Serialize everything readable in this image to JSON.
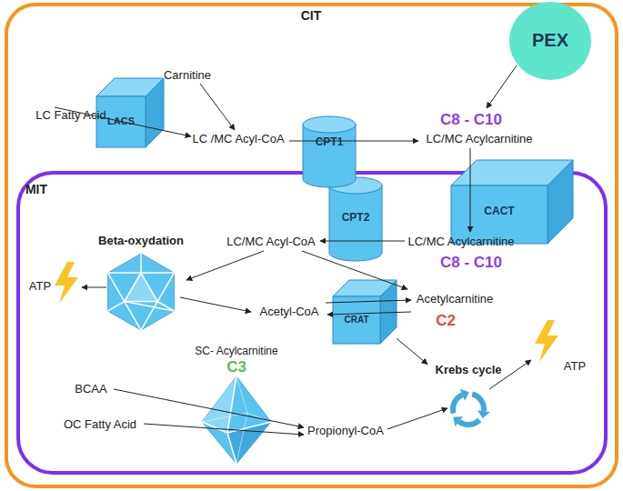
{
  "diagram": {
    "nodes": [
      {
        "text": [
          "CIT"
        ]
      },
      {
        "text": [
          "MIT"
        ],
        "in": 0
      },
      {
        "text": [
          "PEX"
        ],
        "in": 0
      },
      {
        "text": [
          "LACS"
        ],
        "in": 0
      },
      {
        "text": [
          "CPT1"
        ],
        "in": 0
      },
      {
        "text": [
          "CACT"
        ],
        "in": 0
      },
      {
        "text": [
          "CPT2"
        ],
        "in": 1
      },
      {
        "text": [
          "Beta-oxydation"
        ],
        "in": 1
      },
      {
        "text": [
          "CRAT"
        ],
        "in": 1
      },
      {
        "text": [
          "SC- Acylcarnitine",
          "C3"
        ],
        "in": 1
      },
      {
        "text": [
          "Krebs cycle"
        ],
        "in": 1
      }
    ],
    "edges": [
      {
        "from": 8,
        "to": 10,
        "arrow": "to"
      }
    ],
    "labels": [
      "LC Fatty Acid",
      "Carnitine",
      "LC /MC Acyl-CoA",
      "C8 - C10",
      "LC/MC Acylcarnitine",
      "LC/MC Acyl-CoA",
      "LC/MC Acylcarnitine",
      "C8 - C10",
      "ATP",
      "Acetyl-CoA",
      "Acetylcarnitine",
      "C2",
      "BCAA",
      "OC Fatty Acid",
      "Propionyl-CoA",
      "ATP"
    ]
  }
}
